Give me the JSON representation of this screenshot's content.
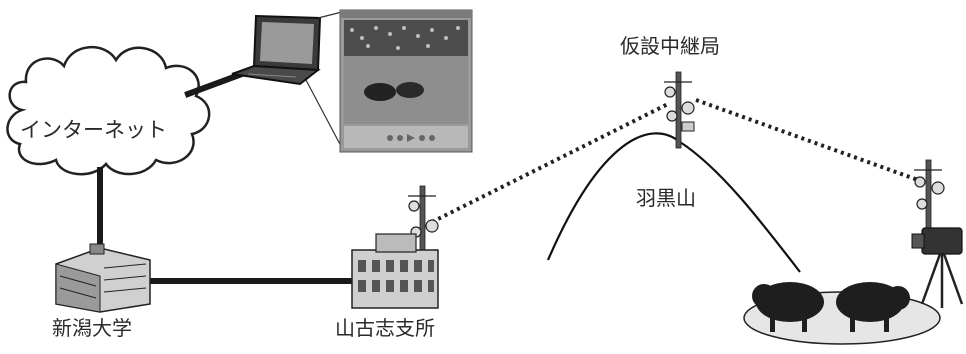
{
  "labels": {
    "internet": "インターネット",
    "relay_station": "仮設中継局",
    "mountain": "羽黒山",
    "university": "新潟大学",
    "branch_office": "山古志支所"
  },
  "icons": {
    "cloud": "cloud-icon",
    "laptop": "laptop-icon",
    "video_window": "video-player-icon",
    "university_building": "university-building-icon",
    "branch_building": "branch-building-icon",
    "antenna": "antenna-tower-icon",
    "camera": "video-camera-icon",
    "bulls": "fighting-bulls-icon"
  },
  "colors": {
    "line": "#1a1a1a",
    "text": "#2a2a2a",
    "arena": "#e6e6e6"
  }
}
